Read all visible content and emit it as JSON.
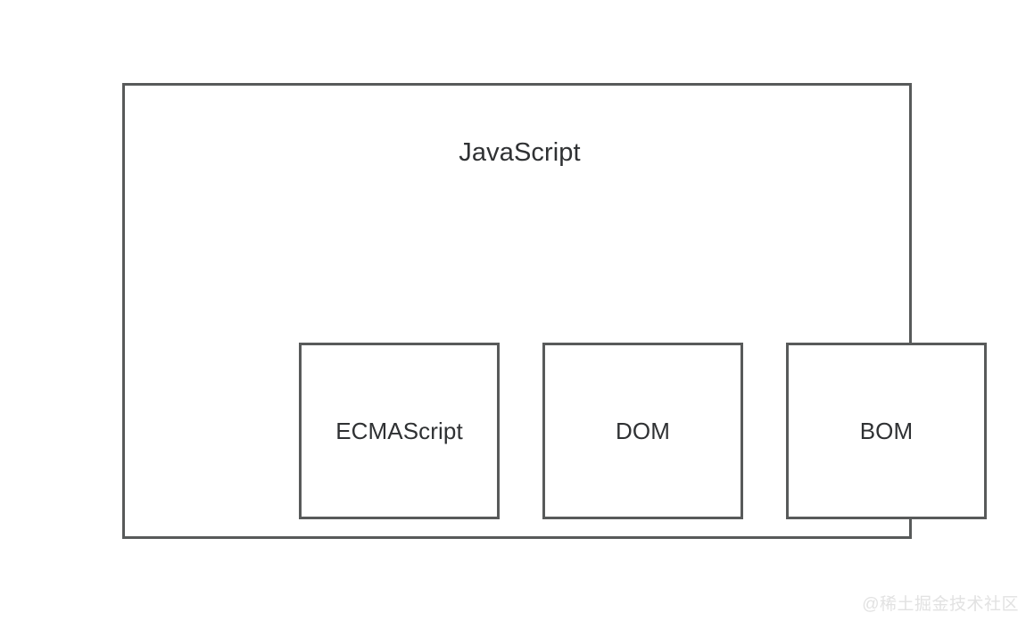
{
  "diagram": {
    "title": "JavaScript",
    "boxes": [
      {
        "label": "ECMAScript"
      },
      {
        "label": "DOM"
      },
      {
        "label": "BOM"
      }
    ]
  },
  "watermark": {
    "text": "@稀土掘金技术社区"
  },
  "colors": {
    "border": "#585a5a",
    "text": "#2f3133",
    "background": "#ffffff",
    "watermark": "#e2e2e2"
  }
}
